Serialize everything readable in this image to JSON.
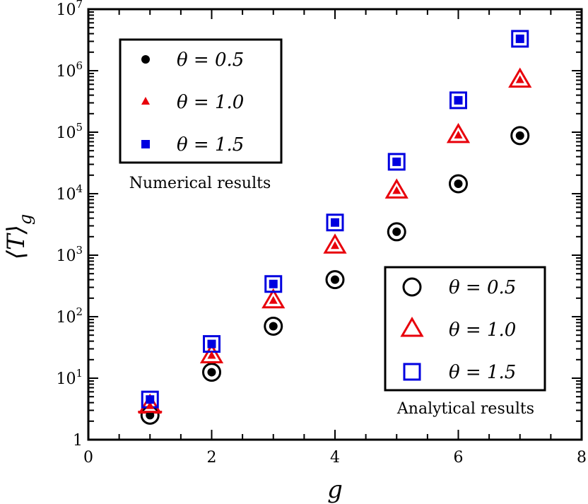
{
  "chart_data": {
    "type": "scatter",
    "x_scale": "linear",
    "y_scale": "log",
    "xlabel": "g",
    "ylabel": "⟨T⟩g",
    "xlim": [
      0,
      8
    ],
    "ylim": [
      1,
      10000000
    ],
    "x_ticks": [
      "0",
      "2",
      "4",
      "6",
      "8"
    ],
    "y_ticks": [
      {
        "base": "1",
        "exp": ""
      },
      {
        "base": "10",
        "exp": "1"
      },
      {
        "base": "10",
        "exp": "2"
      },
      {
        "base": "10",
        "exp": "3"
      },
      {
        "base": "10",
        "exp": "4"
      },
      {
        "base": "10",
        "exp": "5"
      },
      {
        "base": "10",
        "exp": "6"
      },
      {
        "base": "10",
        "exp": "7"
      }
    ],
    "numerical_legend_title": "Numerical results",
    "analytical_legend_title": "Analytical results",
    "numerical": [
      {
        "name": "θ = 0.5",
        "color": "#000000",
        "marker": "filled-circle",
        "x": [
          1,
          2,
          3,
          4,
          5,
          6,
          7
        ],
        "y": [
          2.5,
          12.5,
          70,
          400,
          2400,
          14500,
          88000
        ]
      },
      {
        "name": "θ = 1.0",
        "color": "#e8000b",
        "marker": "filled-triangle",
        "x": [
          1,
          2,
          3,
          4,
          5,
          6,
          7
        ],
        "y": [
          3.5,
          23,
          180,
          1400,
          11000,
          88000,
          700000
        ]
      },
      {
        "name": "θ = 1.5",
        "color": "#0000e0",
        "marker": "filled-square",
        "x": [
          1,
          2,
          3,
          4,
          5,
          6,
          7
        ],
        "y": [
          4.5,
          36,
          340,
          3400,
          33000,
          330000,
          3300000
        ]
      }
    ],
    "analytical": [
      {
        "name": "θ = 0.5",
        "color": "#000000",
        "marker": "open-circle",
        "x": [
          1,
          2,
          3,
          4,
          5,
          6,
          7
        ],
        "y": [
          2.5,
          12.5,
          70,
          400,
          2400,
          14500,
          88000
        ]
      },
      {
        "name": "θ = 1.0",
        "color": "#e8000b",
        "marker": "open-triangle",
        "x": [
          1,
          2,
          3,
          4,
          5,
          6,
          7
        ],
        "y": [
          3.5,
          23,
          180,
          1400,
          11000,
          88000,
          700000
        ]
      },
      {
        "name": "θ = 1.5",
        "color": "#0000e0",
        "marker": "open-square",
        "x": [
          1,
          2,
          3,
          4,
          5,
          6,
          7
        ],
        "y": [
          4.5,
          36,
          340,
          3400,
          33000,
          330000,
          3300000
        ]
      }
    ],
    "legend_numerical_placement": "top-left",
    "legend_analytical_placement": "bottom-right",
    "grid": false
  }
}
